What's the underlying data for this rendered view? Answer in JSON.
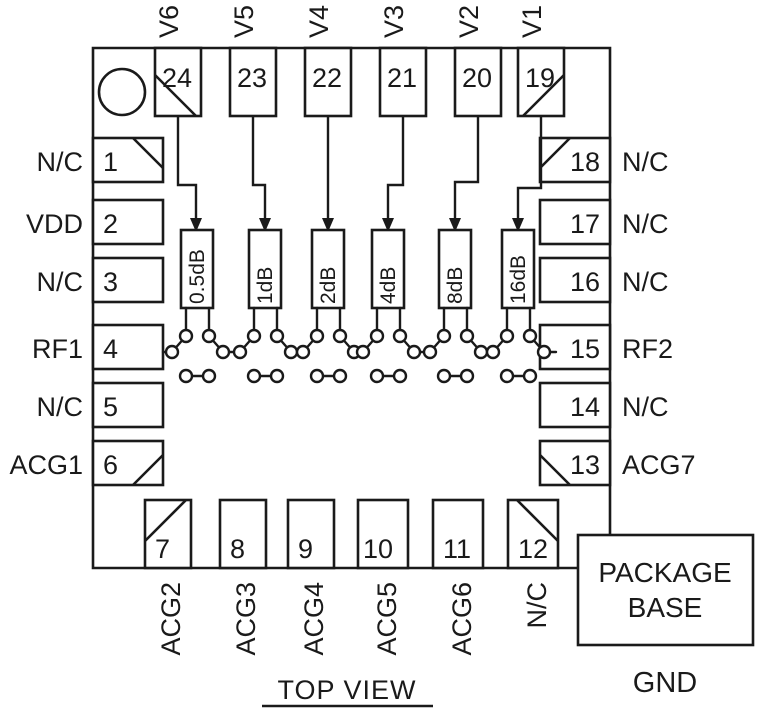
{
  "diagram": {
    "title": "TOP VIEW",
    "package_base_line1": "PACKAGE",
    "package_base_line2": "BASE",
    "ground_label": "GND",
    "pin1_marker": "pin-1-dot"
  },
  "pins": {
    "left": [
      {
        "num": "1",
        "label": "N/C"
      },
      {
        "num": "2",
        "label": "VDD"
      },
      {
        "num": "3",
        "label": "N/C"
      },
      {
        "num": "4",
        "label": "RF1"
      },
      {
        "num": "5",
        "label": "N/C"
      },
      {
        "num": "6",
        "label": "ACG1"
      }
    ],
    "bottom": [
      {
        "num": "7",
        "label": "ACG2"
      },
      {
        "num": "8",
        "label": "ACG3"
      },
      {
        "num": "9",
        "label": "ACG4"
      },
      {
        "num": "10",
        "label": "ACG5"
      },
      {
        "num": "11",
        "label": "ACG6"
      },
      {
        "num": "12",
        "label": "N/C"
      }
    ],
    "right": [
      {
        "num": "13",
        "label": "ACG7"
      },
      {
        "num": "14",
        "label": "N/C"
      },
      {
        "num": "15",
        "label": "RF2"
      },
      {
        "num": "16",
        "label": "N/C"
      },
      {
        "num": "17",
        "label": "N/C"
      },
      {
        "num": "18",
        "label": "N/C"
      }
    ],
    "top": [
      {
        "num": "19",
        "label": "V1"
      },
      {
        "num": "20",
        "label": "V2"
      },
      {
        "num": "21",
        "label": "V3"
      },
      {
        "num": "22",
        "label": "V4"
      },
      {
        "num": "23",
        "label": "V5"
      },
      {
        "num": "24",
        "label": "V6"
      }
    ]
  },
  "attenuators": [
    {
      "value": "0.5dB",
      "control_pin": "24",
      "control_label": "V6"
    },
    {
      "value": "1dB",
      "control_pin": "23",
      "control_label": "V5"
    },
    {
      "value": "2dB",
      "control_pin": "22",
      "control_label": "V4"
    },
    {
      "value": "4dB",
      "control_pin": "21",
      "control_label": "V3"
    },
    {
      "value": "8dB",
      "control_pin": "20",
      "control_label": "V2"
    },
    {
      "value": "16dB",
      "control_pin": "19",
      "control_label": "V1"
    }
  ],
  "colors": {
    "ink": "#1a1a1a",
    "paper": "#ffffff"
  }
}
